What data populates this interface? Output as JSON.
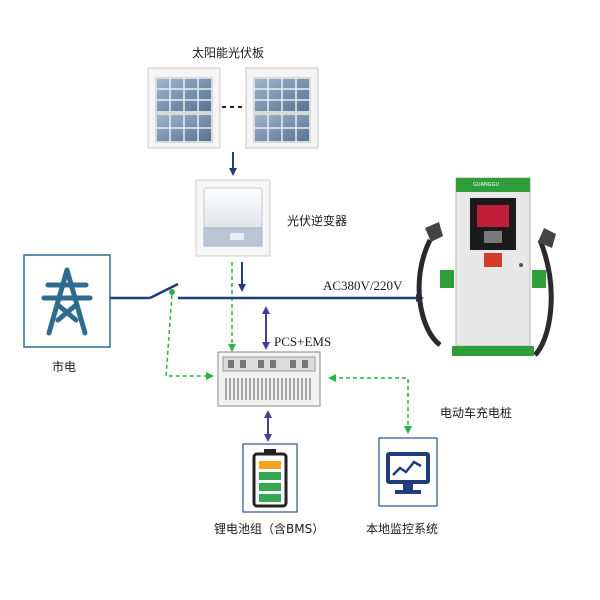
{
  "labels": {
    "solar_panels": "太阳能光伏板",
    "pv_inverter": "光伏逆变器",
    "grid": "市电",
    "ac_line": "AC380V/220V",
    "pcs_ems": "PCS+EMS",
    "ev_charger": "电动车充电桩",
    "battery": "锂电池组（含BMS）",
    "monitor": "本地监控系统",
    "charger_brand": "GUANGGU"
  },
  "colors": {
    "main_line": "#1f3d7a",
    "arrow_purple": "#4b3b9a",
    "dashed_green": "#2bb24c",
    "grid_icon": "#2d6b8f",
    "battery_green": "#34a853",
    "charger_body": "#e8e8e8",
    "charger_trim": "#2f9e3a"
  },
  "icons": {
    "grid": "power-tower-icon",
    "battery": "battery-icon",
    "monitor": "monitor-chart-icon"
  }
}
